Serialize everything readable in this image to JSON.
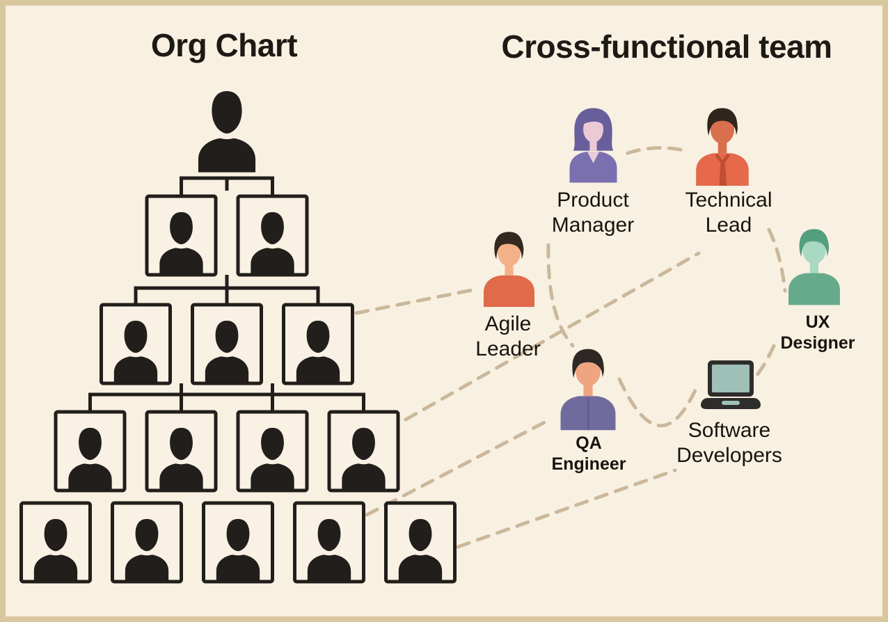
{
  "titles": {
    "left": "Org Chart",
    "right": "Cross-functional team"
  },
  "colors": {
    "background": "#f8f1e2",
    "frame_border": "#d8c69e",
    "box_fill": "#f9f2e4",
    "ink": "#211e1b",
    "dashed_line": "#cbb89c"
  },
  "org_chart": {
    "top_level_count": 1,
    "row_counts": [
      2,
      3,
      4,
      5
    ],
    "total_people": 15
  },
  "team": {
    "members": [
      {
        "id": "product-manager",
        "label": "Product\nManager",
        "bold": false,
        "palette": {
          "hair": "#695e9c",
          "skin": "#eccad5",
          "body": "#7b70af",
          "accent": "#e9cdd8"
        }
      },
      {
        "id": "technical-lead",
        "label": "Technical\nLead",
        "bold": false,
        "palette": {
          "hair": "#30251d",
          "skin": "#d96f4f",
          "body": "#e5694a",
          "accent": "#c04e33"
        }
      },
      {
        "id": "agile-leader",
        "label": "Agile\nLeader",
        "bold": false,
        "palette": {
          "hair": "#35291f",
          "skin": "#f2b189",
          "body": "#e06a4a"
        }
      },
      {
        "id": "ux-designer",
        "label": "UX\nDesigner",
        "bold": true,
        "palette": {
          "hair": "#539e7d",
          "skin": "#a9d8c3",
          "body": "#66aa8c"
        }
      },
      {
        "id": "qa-engineer",
        "label": "QA\nEngineer",
        "bold": true,
        "palette": {
          "hair": "#2d2825",
          "skin": "#efa580",
          "body": "#6f6b9d",
          "accent": "#615c8e"
        }
      },
      {
        "id": "software-developers",
        "label": "Software\nDevelopers",
        "bold": false,
        "icon": "laptop-icon",
        "palette": {
          "frame": "#2e2d2b",
          "screen": "#9ec0b6"
        }
      }
    ]
  }
}
